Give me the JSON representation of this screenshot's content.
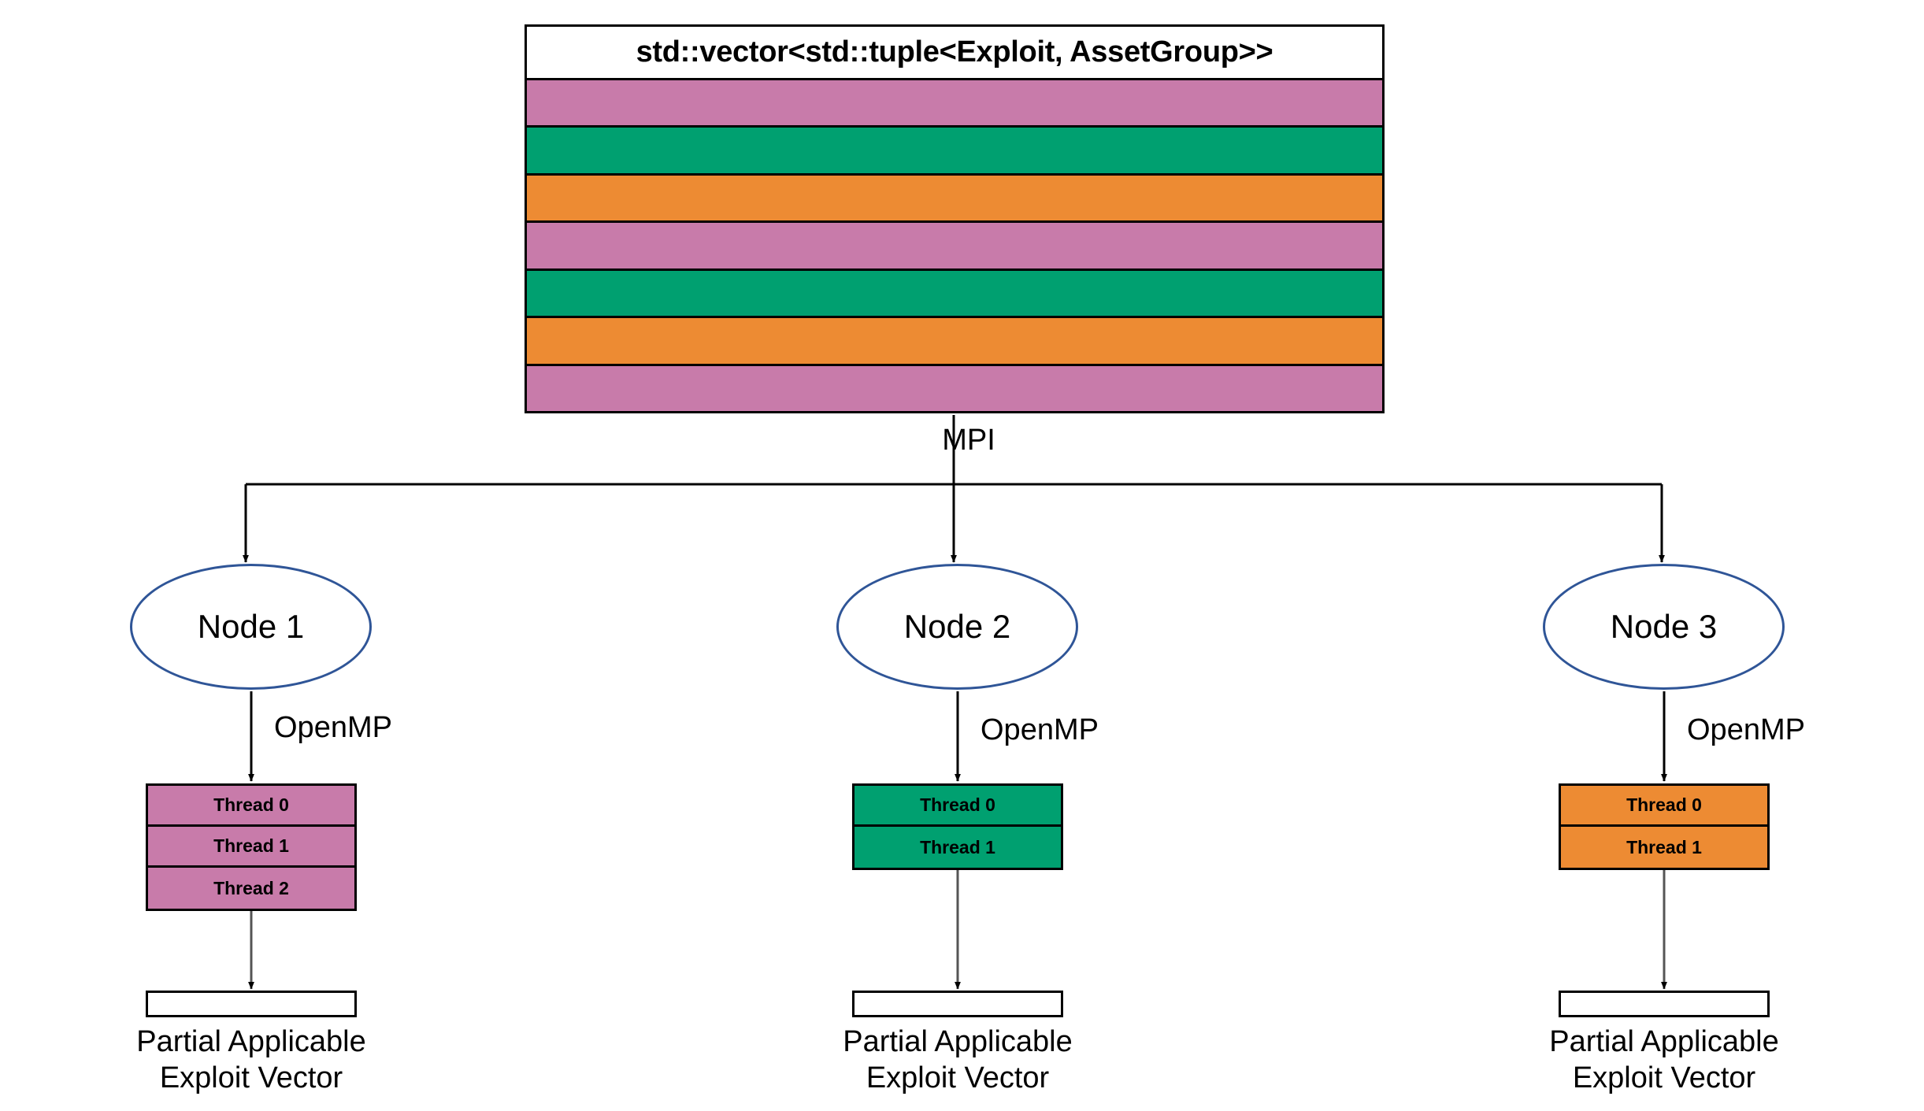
{
  "diagram": {
    "title": "std::vector<std::tuple<Exploit, AssetGroup>>",
    "mpi_label": "MPI",
    "colors": {
      "pink": "#C87BAA",
      "green": "#00A070",
      "orange": "#ED8B33",
      "ellipse_stroke": "#2F5597",
      "outline": "#000000",
      "background": "#FFFFFF"
    },
    "vector_rows": [
      {
        "index": 0,
        "color_name": "pink",
        "color": "#C87BAA"
      },
      {
        "index": 1,
        "color_name": "green",
        "color": "#00A070"
      },
      {
        "index": 2,
        "color_name": "orange",
        "color": "#ED8B33"
      },
      {
        "index": 3,
        "color_name": "pink",
        "color": "#C87BAA"
      },
      {
        "index": 4,
        "color_name": "green",
        "color": "#00A070"
      },
      {
        "index": 5,
        "color_name": "orange",
        "color": "#ED8B33"
      },
      {
        "index": 6,
        "color_name": "pink",
        "color": "#C87BAA"
      }
    ],
    "nodes": [
      {
        "id": "node-1",
        "label": "Node 1",
        "openmp_label": "OpenMP",
        "thread_color": "#C87BAA",
        "threads": [
          "Thread 0",
          "Thread 1",
          "Thread 2"
        ],
        "output_caption_line1": "Partial Applicable",
        "output_caption_line2": "Exploit Vector"
      },
      {
        "id": "node-2",
        "label": "Node 2",
        "openmp_label": "OpenMP",
        "thread_color": "#00A070",
        "threads": [
          "Thread 0",
          "Thread 1"
        ],
        "output_caption_line1": "Partial Applicable",
        "output_caption_line2": "Exploit Vector"
      },
      {
        "id": "node-3",
        "label": "Node 3",
        "openmp_label": "OpenMP",
        "thread_color": "#ED8B33",
        "threads": [
          "Thread 0",
          "Thread 1"
        ],
        "output_caption_line1": "Partial Applicable",
        "output_caption_line2": "Exploit Vector"
      }
    ]
  }
}
